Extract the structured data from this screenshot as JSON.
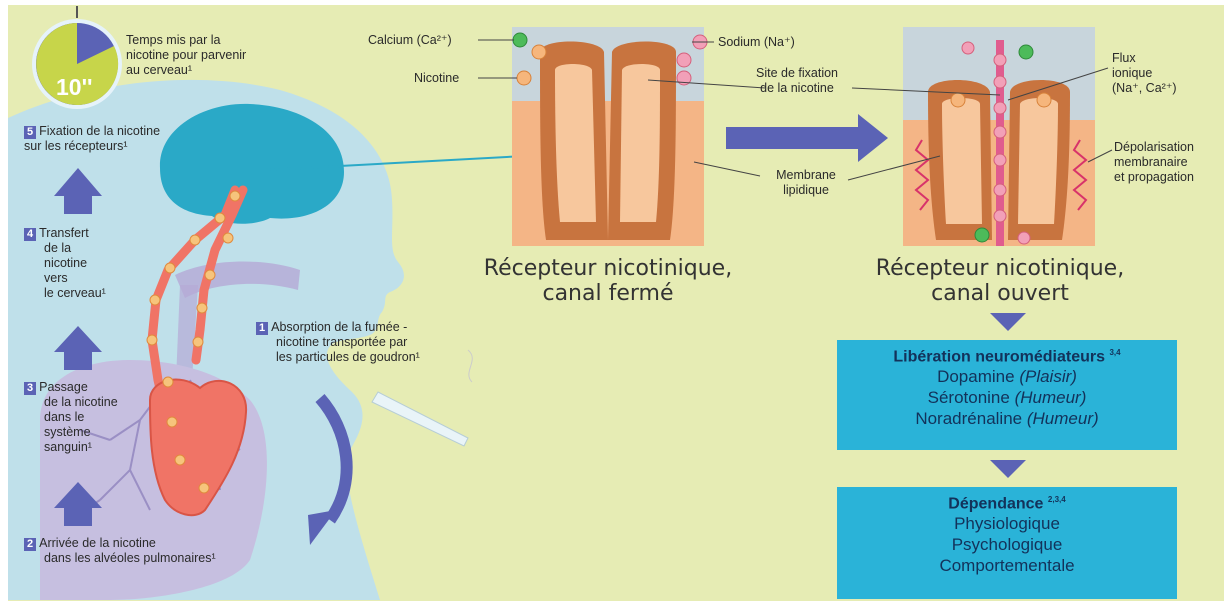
{
  "clock": {
    "value": "10''",
    "caption": [
      "Temps mis par la",
      "nicotine pour parvenir",
      "au cerveau¹"
    ]
  },
  "steps": [
    {
      "num": "5",
      "lines": [
        "Fixation de la nicotine",
        "sur les récepteurs¹"
      ]
    },
    {
      "num": "4",
      "lines": [
        "Transfert",
        "de la",
        "nicotine",
        "vers",
        "le cerveau¹"
      ]
    },
    {
      "num": "3",
      "lines": [
        "Passage",
        "de la nicotine",
        "dans le",
        "système",
        "sanguin¹"
      ]
    },
    {
      "num": "2",
      "lines": [
        "Arrivée de la nicotine",
        "dans les alvéoles pulmonaires¹"
      ]
    },
    {
      "num": "1",
      "lines": [
        "Absorption de la fumée -",
        "nicotine transportée par",
        "les particules de goudron¹"
      ]
    }
  ],
  "labels": {
    "calcium": "Calcium (Ca²⁺)",
    "sodium": "Sodium (Na⁺)",
    "nicotine": "Nicotine",
    "site": [
      "Site de fixation",
      "de la nicotine"
    ],
    "membrane": [
      "Membrane",
      "lipidique"
    ],
    "flux": [
      "Flux",
      "ionique",
      "(Na⁺, Ca²⁺)"
    ],
    "depol": [
      "Dépolarisation",
      "membranaire",
      "et propagation"
    ]
  },
  "captions": {
    "closed": [
      "Récepteur nicotinique,",
      "canal fermé"
    ],
    "open": [
      "Récepteur nicotinique,",
      "canal ouvert"
    ]
  },
  "boxes": {
    "liberation": {
      "title": "Libération neuromédiateurs",
      "sup": "3,4",
      "items": [
        {
          "name": "Dopamine",
          "note": "(Plaisir)"
        },
        {
          "name": "Sérotonine",
          "note": "(Humeur)"
        },
        {
          "name": "Noradrénaline",
          "note": "(Humeur)"
        }
      ]
    },
    "dependance": {
      "title": "Dépendance",
      "sup": "2,3,4",
      "items": [
        "Physiologique",
        "Psychologique",
        "Comportementale"
      ]
    }
  },
  "colors": {
    "background": "#e6ecb4",
    "silhouette": "#bfe0ea",
    "brain": "#2aa9c7",
    "heart": "#f07466",
    "lungs": "#c6bfe0",
    "arrow": "#5b63b5",
    "box": "#2ab3d8",
    "membrane": "#f4b586",
    "receptor": "#c8743f",
    "receptor_light": "#f7c79d"
  }
}
